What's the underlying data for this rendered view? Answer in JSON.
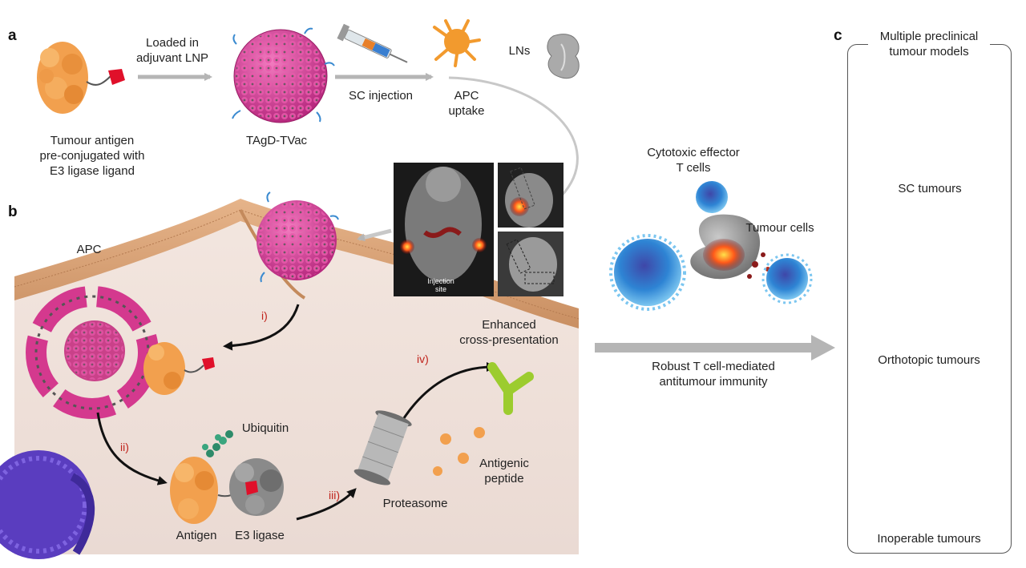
{
  "panel_labels": {
    "a": "a",
    "b": "b",
    "c": "c"
  },
  "panel_a": {
    "antigen_caption": [
      "Tumour antigen",
      "pre-conjugated with",
      "E3 ligase ligand"
    ],
    "loaded_label": [
      "Loaded in",
      "adjuvant LNP"
    ],
    "lnp_caption": "TAgD-TVac",
    "sc_injection": "SC injection",
    "apc_uptake": [
      "APC",
      "uptake"
    ],
    "lns": "LNs",
    "inset_caption": [
      "Injection",
      "site"
    ]
  },
  "panel_b": {
    "apc": "APC",
    "steps": [
      "i)",
      "ii)",
      "iii)",
      "iv)"
    ],
    "ubiquitin": "Ubiquitin",
    "antigen": "Antigen",
    "e3_ligase": "E3 ligase",
    "proteasome": "Proteasome",
    "antigenic_peptide": [
      "Antigenic",
      "peptide"
    ],
    "enhanced": [
      "Enhanced",
      "cross-presentation"
    ]
  },
  "middle": {
    "effector": [
      "Cytotoxic effector",
      "T cells"
    ],
    "tumour_cells": "Tumour cells",
    "immunity": [
      "Robust T cell-mediated",
      "antitumour immunity"
    ]
  },
  "panel_c": {
    "title": [
      "Multiple preclinical",
      "tumour models"
    ],
    "models": [
      "SC tumours",
      "Orthotopic tumours",
      "Inoperable tumours"
    ]
  },
  "colors": {
    "antigen_orange": "#f2a04e",
    "lnp_pink": "#e0479a",
    "lnp_grey": "#555555",
    "arrow_grey": "#b5b5b5",
    "membrane_tan": "#d9a67a",
    "tcell_blue": "#3a9ad9",
    "step_red": "#c0231c",
    "mhc_green": "#9ccc2e"
  }
}
